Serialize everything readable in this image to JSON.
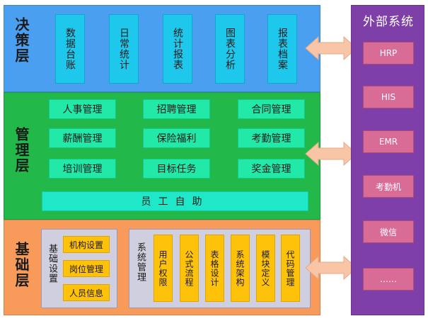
{
  "decision": {
    "label": "决策层",
    "items": [
      "数据台账",
      "日常统计",
      "统计报表",
      "图表分析",
      "报表档案"
    ]
  },
  "management": {
    "label": "管理层",
    "items": [
      "人事管理",
      "招聘管理",
      "合同管理",
      "薪酬管理",
      "保险福利",
      "考勤管理",
      "培训管理",
      "目标任务",
      "奖金管理"
    ],
    "self_service": "员工自助"
  },
  "foundation": {
    "label": "基础层",
    "basic_settings": {
      "label": "基础设置",
      "items": [
        "机构设置",
        "岗位管理",
        "人员信息"
      ]
    },
    "system_management": {
      "label": "系统管理",
      "items": [
        "用户权限",
        "公式流程",
        "表格设计",
        "系统架构",
        "模块定义",
        "代码管理"
      ]
    }
  },
  "external": {
    "title": "外部系统",
    "items": [
      "HRP",
      "HIS",
      "EMR",
      "考勤机",
      "微信",
      "……"
    ]
  },
  "colors": {
    "decision_bg": "#4a9ff0",
    "management_bg": "#22b84a",
    "foundation_bg": "#f79a5a",
    "external_bg": "#7f3fa8",
    "arrow": "#f8c6a6"
  }
}
